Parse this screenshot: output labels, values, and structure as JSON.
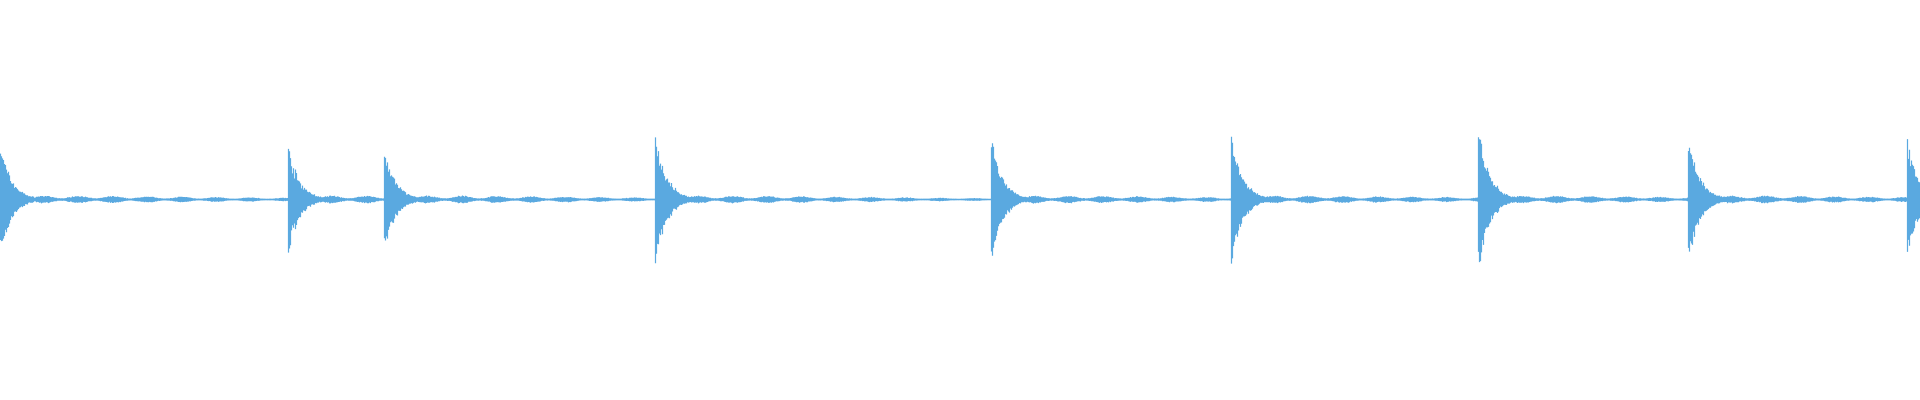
{
  "waveform": {
    "color": "#5aa9e0",
    "background": "#ffffff",
    "transients": [
      {
        "position": 0.0,
        "amplitude": 0.83
      },
      {
        "position": 0.15,
        "amplitude": 0.78
      },
      {
        "position": 0.2,
        "amplitude": 0.74
      },
      {
        "position": 0.341,
        "amplitude": 1.0
      },
      {
        "position": 0.516,
        "amplitude": 0.94
      },
      {
        "position": 0.641,
        "amplitude": 1.0
      },
      {
        "position": 0.77,
        "amplitude": 1.0
      },
      {
        "position": 0.879,
        "amplitude": 0.98
      },
      {
        "position": 0.993,
        "amplitude": 0.9
      }
    ]
  }
}
